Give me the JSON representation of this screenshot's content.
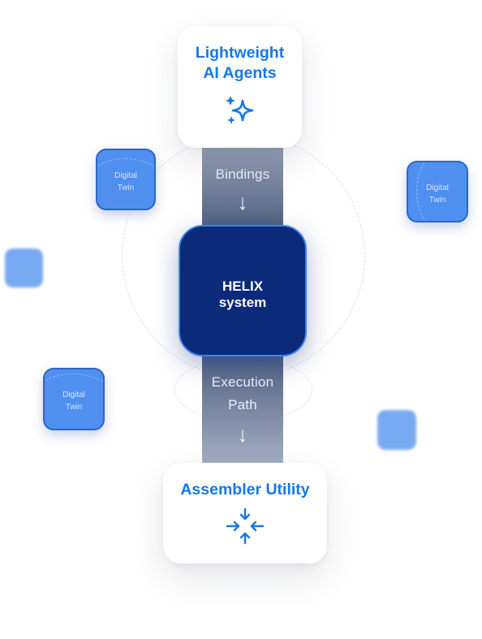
{
  "top_card": {
    "title_line1": "Lightweight",
    "title_line2": "AI Agents",
    "icon": "sparkles-icon"
  },
  "connector_top": {
    "label": "Bindings",
    "arrow": "↓"
  },
  "core": {
    "title_line1": "HELIX",
    "title_line2": "system"
  },
  "connector_bottom": {
    "label_line1": "Execution",
    "label_line2": "Path",
    "arrow": "↓"
  },
  "bottom_card": {
    "title": "Assembler Utility",
    "icon": "collapse-arrows-icon"
  },
  "digital_twins": [
    {
      "line1": "Digital",
      "line2": "Twin"
    },
    {
      "line1": "Digital",
      "line2": "Twin"
    },
    {
      "line1": "Digital",
      "line2": "Twin"
    }
  ],
  "colors": {
    "accent_blue": "#1677e8",
    "core_navy": "#0b2a7a",
    "twin_blue": "#4f8ff0",
    "connector_slate": "#4f5f80"
  }
}
